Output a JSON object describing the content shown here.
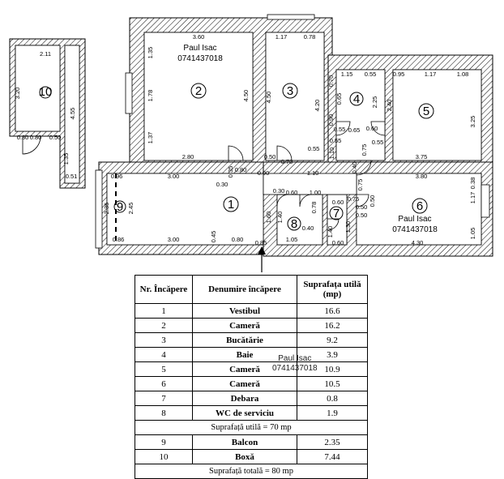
{
  "rooms": {
    "r1": "1",
    "r2": "2",
    "r3": "3",
    "r4": "4",
    "r5": "5",
    "r6": "6",
    "r7": "7",
    "r8": "8",
    "r9": "9",
    "r10": "10"
  },
  "watermark": {
    "name": "Paul Isac",
    "phone": "0741437018"
  },
  "dims": {
    "r10_top": "2.11",
    "r10_left": "3.20",
    "r10_right": "4.55",
    "r10_b1": "0.30",
    "r10_b2": "0.80",
    "r10_b3": "0.50",
    "r10_b4": "1.35",
    "r10_b5": "0.51",
    "r2_top": "3.60",
    "r2_l1": "1.35",
    "r2_l2": "1.78",
    "r2_l3": "1.37",
    "r2_right": "4.50",
    "r2_bottom": "2.80",
    "r3_t1": "1.17",
    "r3_t2": "0.78",
    "r3_left": "4.50",
    "r3_right": "4.20",
    "r3_b1": "0.50",
    "r3_b2": "0.70",
    "r3_b3": "0.55",
    "r4_t1": "1.15",
    "r4_t2": "0.55",
    "r4_l1": "0.70",
    "r4_l2": "0.65",
    "r4_l3": "0.90",
    "r4_l4": "0.55",
    "r4_b1": "0.65",
    "r4_b2": "0.60",
    "r4_r": "2.25",
    "r4_bl1": "1.10",
    "r4_bl2": "0.55",
    "r5_t1": "0.95",
    "r5_t2": "1.17",
    "r5_t3": "1.08",
    "r5_left": "2.40",
    "r5_right": "3.25",
    "r5_bottom": "3.75",
    "c_075": "0.75",
    "c_055": "0.55",
    "c_040": "0.40",
    "c_075b": "0.75",
    "r1_top1": "0.96",
    "r1_top2": "3.00",
    "r1_top3": "0.30",
    "r1_top4": "0.35",
    "r1_top5": "0.80",
    "r1_top6": "0.90",
    "r1_top7": "1.10",
    "r9_l": "2.35",
    "r9_r": "2.45",
    "r1_b1": "0.86",
    "r1_b2": "3.00",
    "r1_b3": "0.45",
    "r1_b4": "0.80",
    "r1_b5": "0.85",
    "r8_t1": "0.30",
    "r8_t2": "0.60",
    "r8_t3": "1.00",
    "r8_l": "1.60",
    "r8_l2": "1.40",
    "r8_r": "0.78",
    "r8_b": "1.05",
    "r8_d": "0.40",
    "r7_t": "0.60",
    "r7_l": "1.40",
    "r7_b": "0.60",
    "r6_t": "3.80",
    "r6_tr": "0.38",
    "r6_r1": "1.17",
    "r6_r2": "1.05",
    "r6_l1": "0.75",
    "r6_l2": "0.50",
    "r6_l3": "0.50",
    "r6_l4": "1.30",
    "r6_b": "4.30",
    "r6_d1": "0.50"
  },
  "table": {
    "headers": [
      "Nr. Încăpere",
      "Denumire încăpere",
      "Suprafața utilă (mp)"
    ],
    "rows": [
      [
        "1",
        "Vestibul",
        "16.6"
      ],
      [
        "2",
        "Cameră",
        "16.2"
      ],
      [
        "3",
        "Bucătărie",
        "9.2"
      ],
      [
        "4",
        "Baie",
        "3.9"
      ],
      [
        "5",
        "Cameră",
        "10.9"
      ],
      [
        "6",
        "Cameră",
        "10.5"
      ],
      [
        "7",
        "Debara",
        "0.8"
      ],
      [
        "8",
        "WC de serviciu",
        "1.9"
      ]
    ],
    "subtotal": "Suprafață utilă = 70 mp",
    "rows2": [
      [
        "9",
        "Balcon",
        "2.35"
      ],
      [
        "10",
        "Boxă",
        "7.44"
      ]
    ],
    "total": "Suprafață totală = 80 mp"
  }
}
